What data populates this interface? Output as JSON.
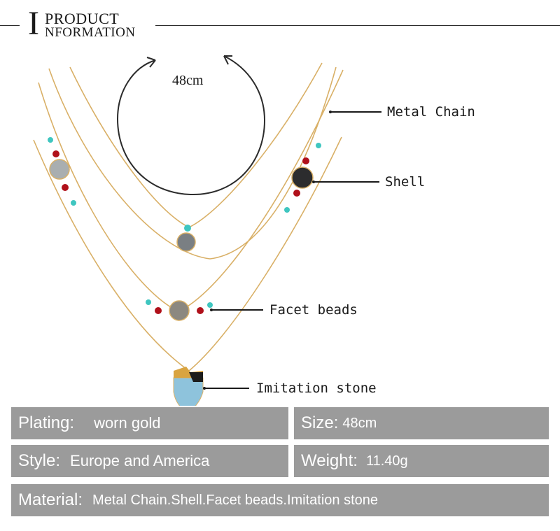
{
  "header": {
    "big_letter": "I",
    "line1": "PRODUCT",
    "line2": "NFORMATION"
  },
  "measure": "48cm",
  "callouts": {
    "metal_chain": "Metal Chain",
    "shell": "Shell",
    "facet_beads": "Facet beads",
    "imitation_stone": "Imitation stone"
  },
  "specs": {
    "plating": {
      "label": "Plating:",
      "value": "worn gold"
    },
    "size": {
      "label": "Size:",
      "value": "48cm"
    },
    "style": {
      "label": "Style:",
      "value": "Europe and America"
    },
    "weight": {
      "label": "Weight:",
      "value": "11.40g"
    },
    "material": {
      "label": "Material:",
      "value": "Metal Chain.Shell.Facet beads.Imitation stone"
    }
  },
  "colors": {
    "chain_gold": "#d9b067",
    "spec_box": "#9b9b9b",
    "turquoise": "#3fc6c0",
    "red_bead": "#b0101a"
  },
  "icons": [
    "curved-arrow-icon"
  ]
}
